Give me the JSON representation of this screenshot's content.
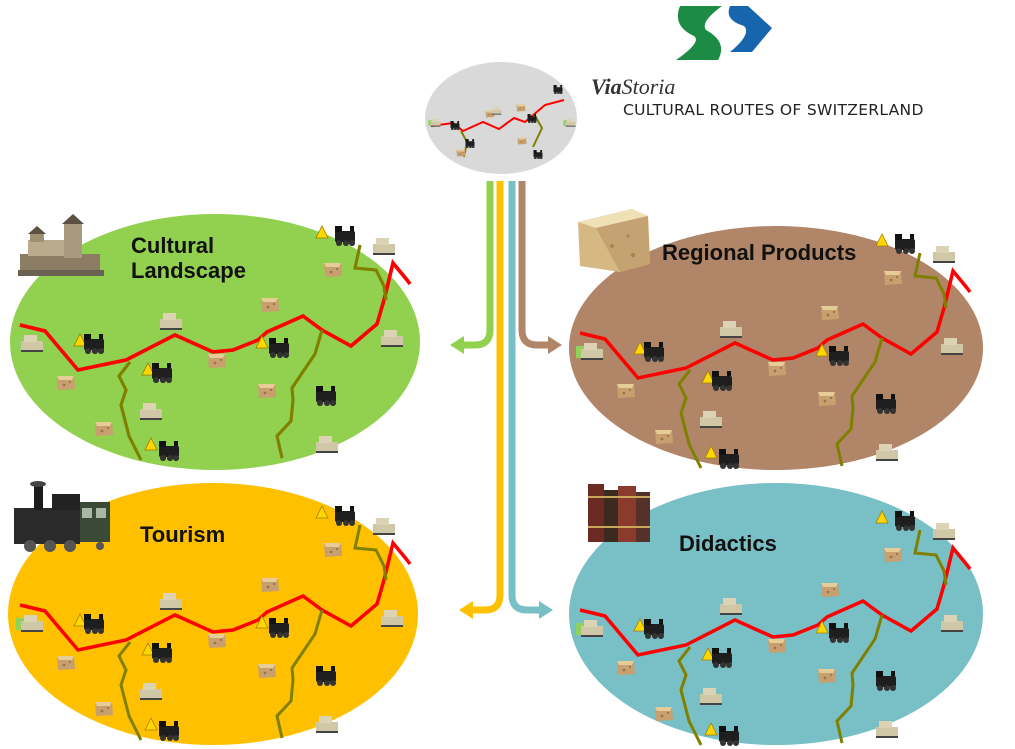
{
  "logo": {
    "brand_prefix": "Via",
    "brand_suffix": "Storia",
    "subtitle": "CULTURAL ROUTES OF SWITZERLAND",
    "colors": {
      "green": "#1c8c44",
      "blue": "#1766ad"
    }
  },
  "sections": [
    {
      "id": "cultural-landscape",
      "title": "Cultural\nLandscape",
      "color": "#92d050",
      "icon": "castle-icon"
    },
    {
      "id": "regional-products",
      "title": "Regional Products",
      "color": "#b08568",
      "icon": "cheese-icon"
    },
    {
      "id": "tourism",
      "title": "Tourism",
      "color": "#ffc000",
      "icon": "steam-train-icon"
    },
    {
      "id": "didactics",
      "title": "Didactics",
      "color": "#78bfc6",
      "icon": "books-icon"
    }
  ],
  "route_colors": {
    "main_route": "#ff0000",
    "side_route": "#808000"
  },
  "arrow_colors": {
    "green": "#92d050",
    "brown": "#b08568",
    "yellow": "#ffc000",
    "blue": "#78bfc6"
  }
}
